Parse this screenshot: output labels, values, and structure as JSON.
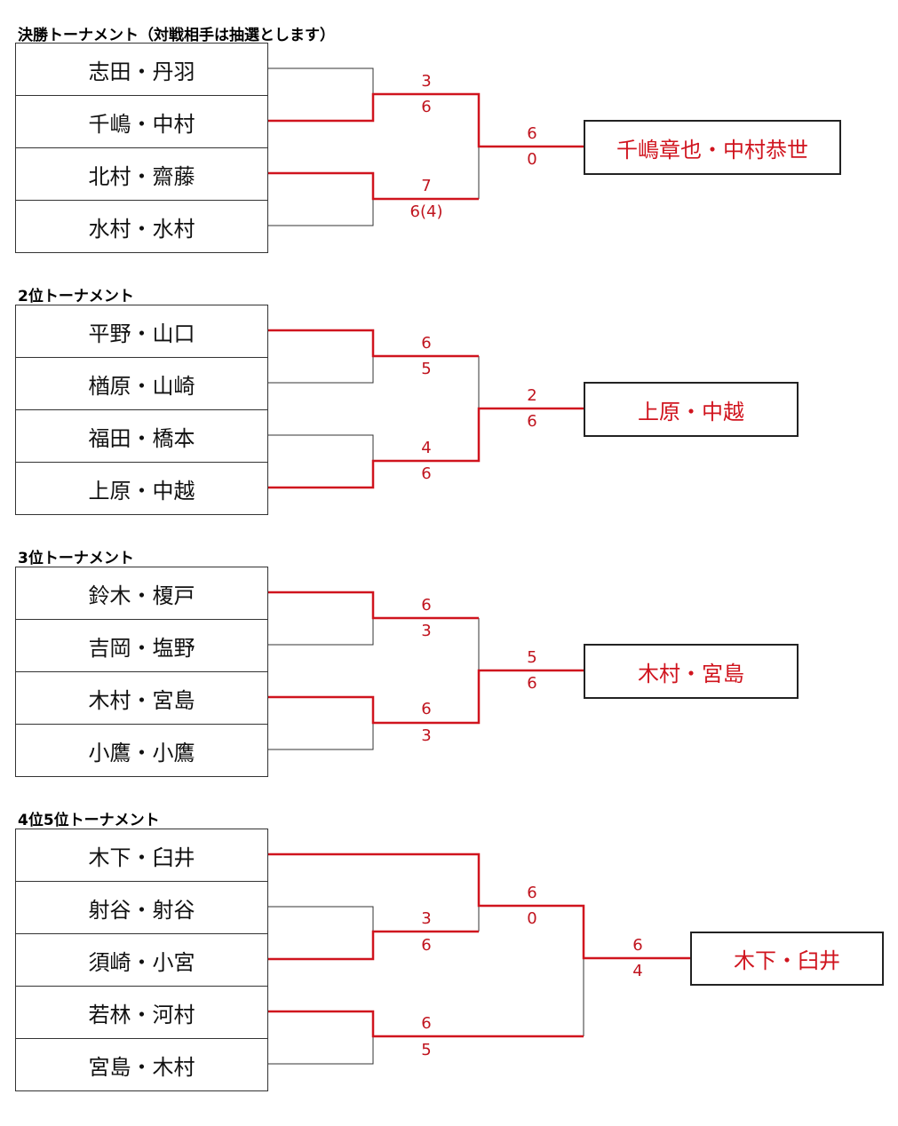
{
  "sections": [
    {
      "title": "決勝トーナメント（対戦相手は抽選とします）",
      "teams": [
        "志田・丹羽",
        "千嶋・中村",
        "北村・齋藤",
        "水村・水村"
      ],
      "scores": [
        [
          "3",
          "6"
        ],
        [
          "7",
          "6(4)"
        ]
      ],
      "final_score": [
        "6",
        "0"
      ],
      "winner": "千嶋章也・中村恭世"
    },
    {
      "title": "2位トーナメント",
      "teams": [
        "平野・山口",
        "楢原・山崎",
        "福田・橋本",
        "上原・中越"
      ],
      "scores": [
        [
          "6",
          "5"
        ],
        [
          "4",
          "6"
        ]
      ],
      "final_score": [
        "2",
        "6"
      ],
      "winner": "上原・中越"
    },
    {
      "title": "3位トーナメント",
      "teams": [
        "鈴木・榎戸",
        "吉岡・塩野",
        "木村・宮島",
        "小鷹・小鷹"
      ],
      "scores": [
        [
          "6",
          "3"
        ],
        [
          "6",
          "3"
        ]
      ],
      "final_score": [
        "5",
        "6"
      ],
      "winner": "木村・宮島"
    },
    {
      "title": "4位5位トーナメント",
      "teams": [
        "木下・臼井",
        "射谷・射谷",
        "須崎・小宮",
        "若林・河村",
        "宮島・木村"
      ],
      "scores": [
        [
          "3",
          "6"
        ],
        [
          "6",
          "5"
        ]
      ],
      "semi_score": [
        "6",
        "0"
      ],
      "final_score": [
        "6",
        "4"
      ],
      "winner": "木下・臼井"
    }
  ],
  "colors": {
    "winner_line": "#d0141e",
    "line": "#333333"
  }
}
